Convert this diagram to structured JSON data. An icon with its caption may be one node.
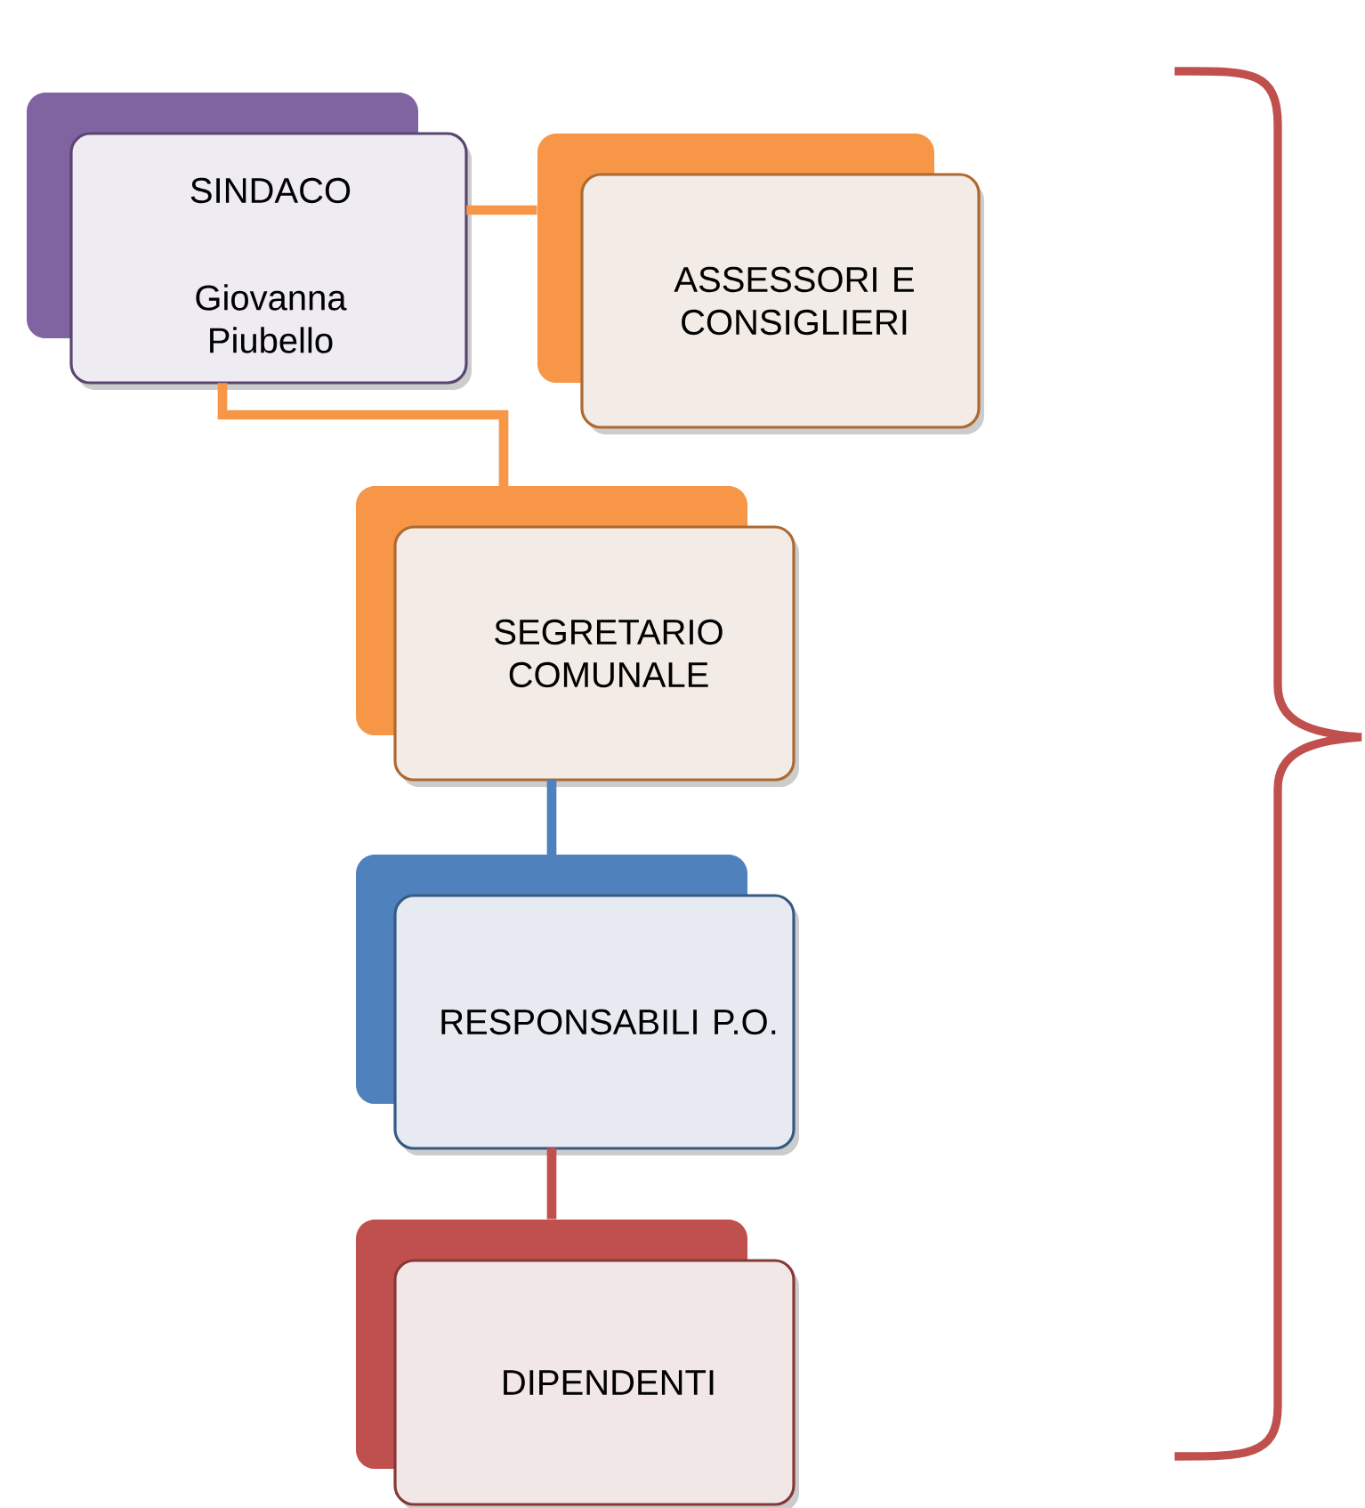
{
  "diagram": {
    "nodes": [
      {
        "text": [
          "SINDACO",
          "Giovanna Piubello"
        ]
      },
      {
        "text": [
          "ASSESSORI E CONSIGLIERI"
        ]
      },
      {
        "text": [
          "SEGRETARIO COMUNALE"
        ]
      },
      {
        "text": [
          "RESPONSABILI P.O."
        ]
      },
      {
        "text": [
          "DIPENDENTI"
        ]
      }
    ],
    "edges": [
      {
        "from": 0,
        "to": 1,
        "arrow": "none"
      },
      {
        "from": 0,
        "to": 2,
        "arrow": "none"
      },
      {
        "from": 2,
        "to": 3,
        "arrow": "none",
        "color": "#4f81bd"
      },
      {
        "from": 3,
        "to": 4,
        "arrow": "none",
        "color": "#c0504d"
      }
    ]
  }
}
